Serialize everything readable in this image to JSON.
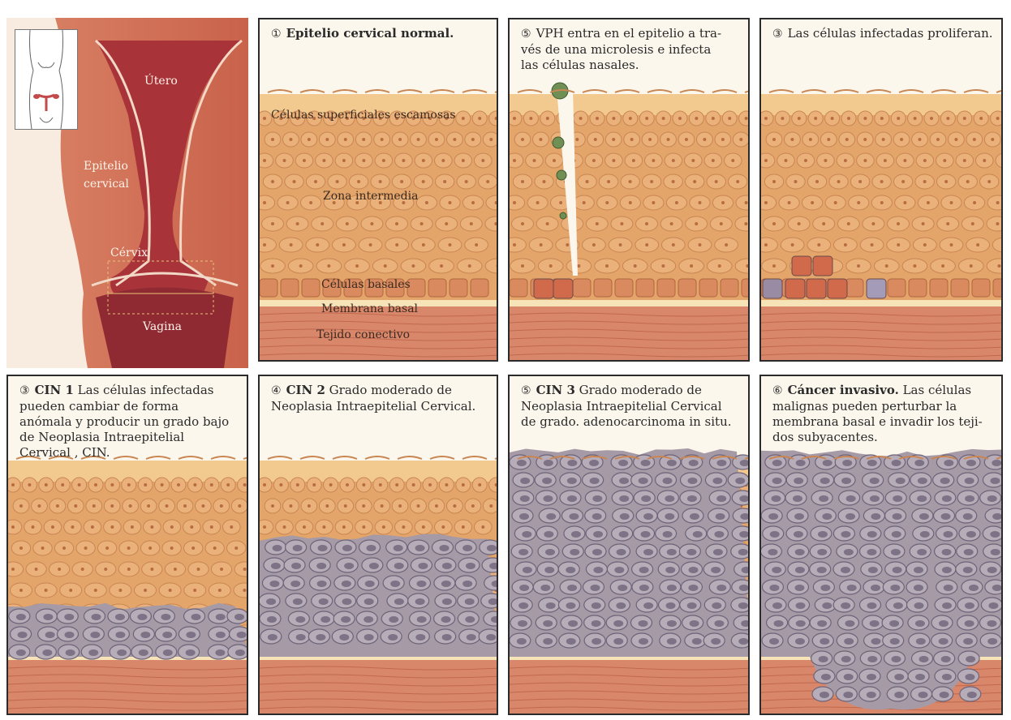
{
  "colors": {
    "background": "#ffffff",
    "border": "#2b2b2b",
    "epithelium": "#e3a56a",
    "epithelium_light": "#f2c98f",
    "basal_cells": "#d98a5f",
    "connective": "#d9876a",
    "membrane": "#f6e3b8",
    "dysplastic": "#a59aa6",
    "dysplastic_nucleus": "#7d7286",
    "uterus_outer": "#c2553f",
    "uterus_inner": "#8f2a33",
    "hpv": "#6f8f55"
  },
  "anatomy": {
    "icon": "body-outline-icon",
    "uterus_label": "Útero",
    "epithelium_label": "Epitelio cervical",
    "cervix_label": "Cérvix",
    "vagina_label": "Vagina"
  },
  "panels": [
    {
      "number": "①",
      "title": "Epitelio cervical normal.",
      "text": "",
      "labels": {
        "superficial": "Células superficiales escamosas",
        "intermediate": "Zona intermedia",
        "basal": "Células basales",
        "membrane": "Membrana basal",
        "connective": "Tejido conectivo"
      }
    },
    {
      "number": "⑤",
      "title": "",
      "text": "VPH entra en el epitelio a tra-vés de una microlesis e infecta las células nasales."
    },
    {
      "number": "③",
      "title": "",
      "text": "Las células infectadas proliferan."
    },
    {
      "number": "③",
      "title": "CIN 1",
      "text": "Las células infectadas pueden cambiar de forma anómala y producir un grado bajo de Neoplasia Intraepitelial Cervical , CIN."
    },
    {
      "number": "④",
      "title": "CIN 2",
      "text": "Grado moderado de Neoplasia Intraepitelial Cervical."
    },
    {
      "number": "⑤",
      "title": "CIN 3",
      "text": "Grado moderado de Neoplasia Intraepitelial Cervical de grado. adenocarcinoma in situ."
    },
    {
      "number": "⑥",
      "title": "Cáncer invasivo.",
      "text": "Las células malignas pueden perturbar la membrana basal e invadir los teji-dos subyacentes."
    }
  ]
}
